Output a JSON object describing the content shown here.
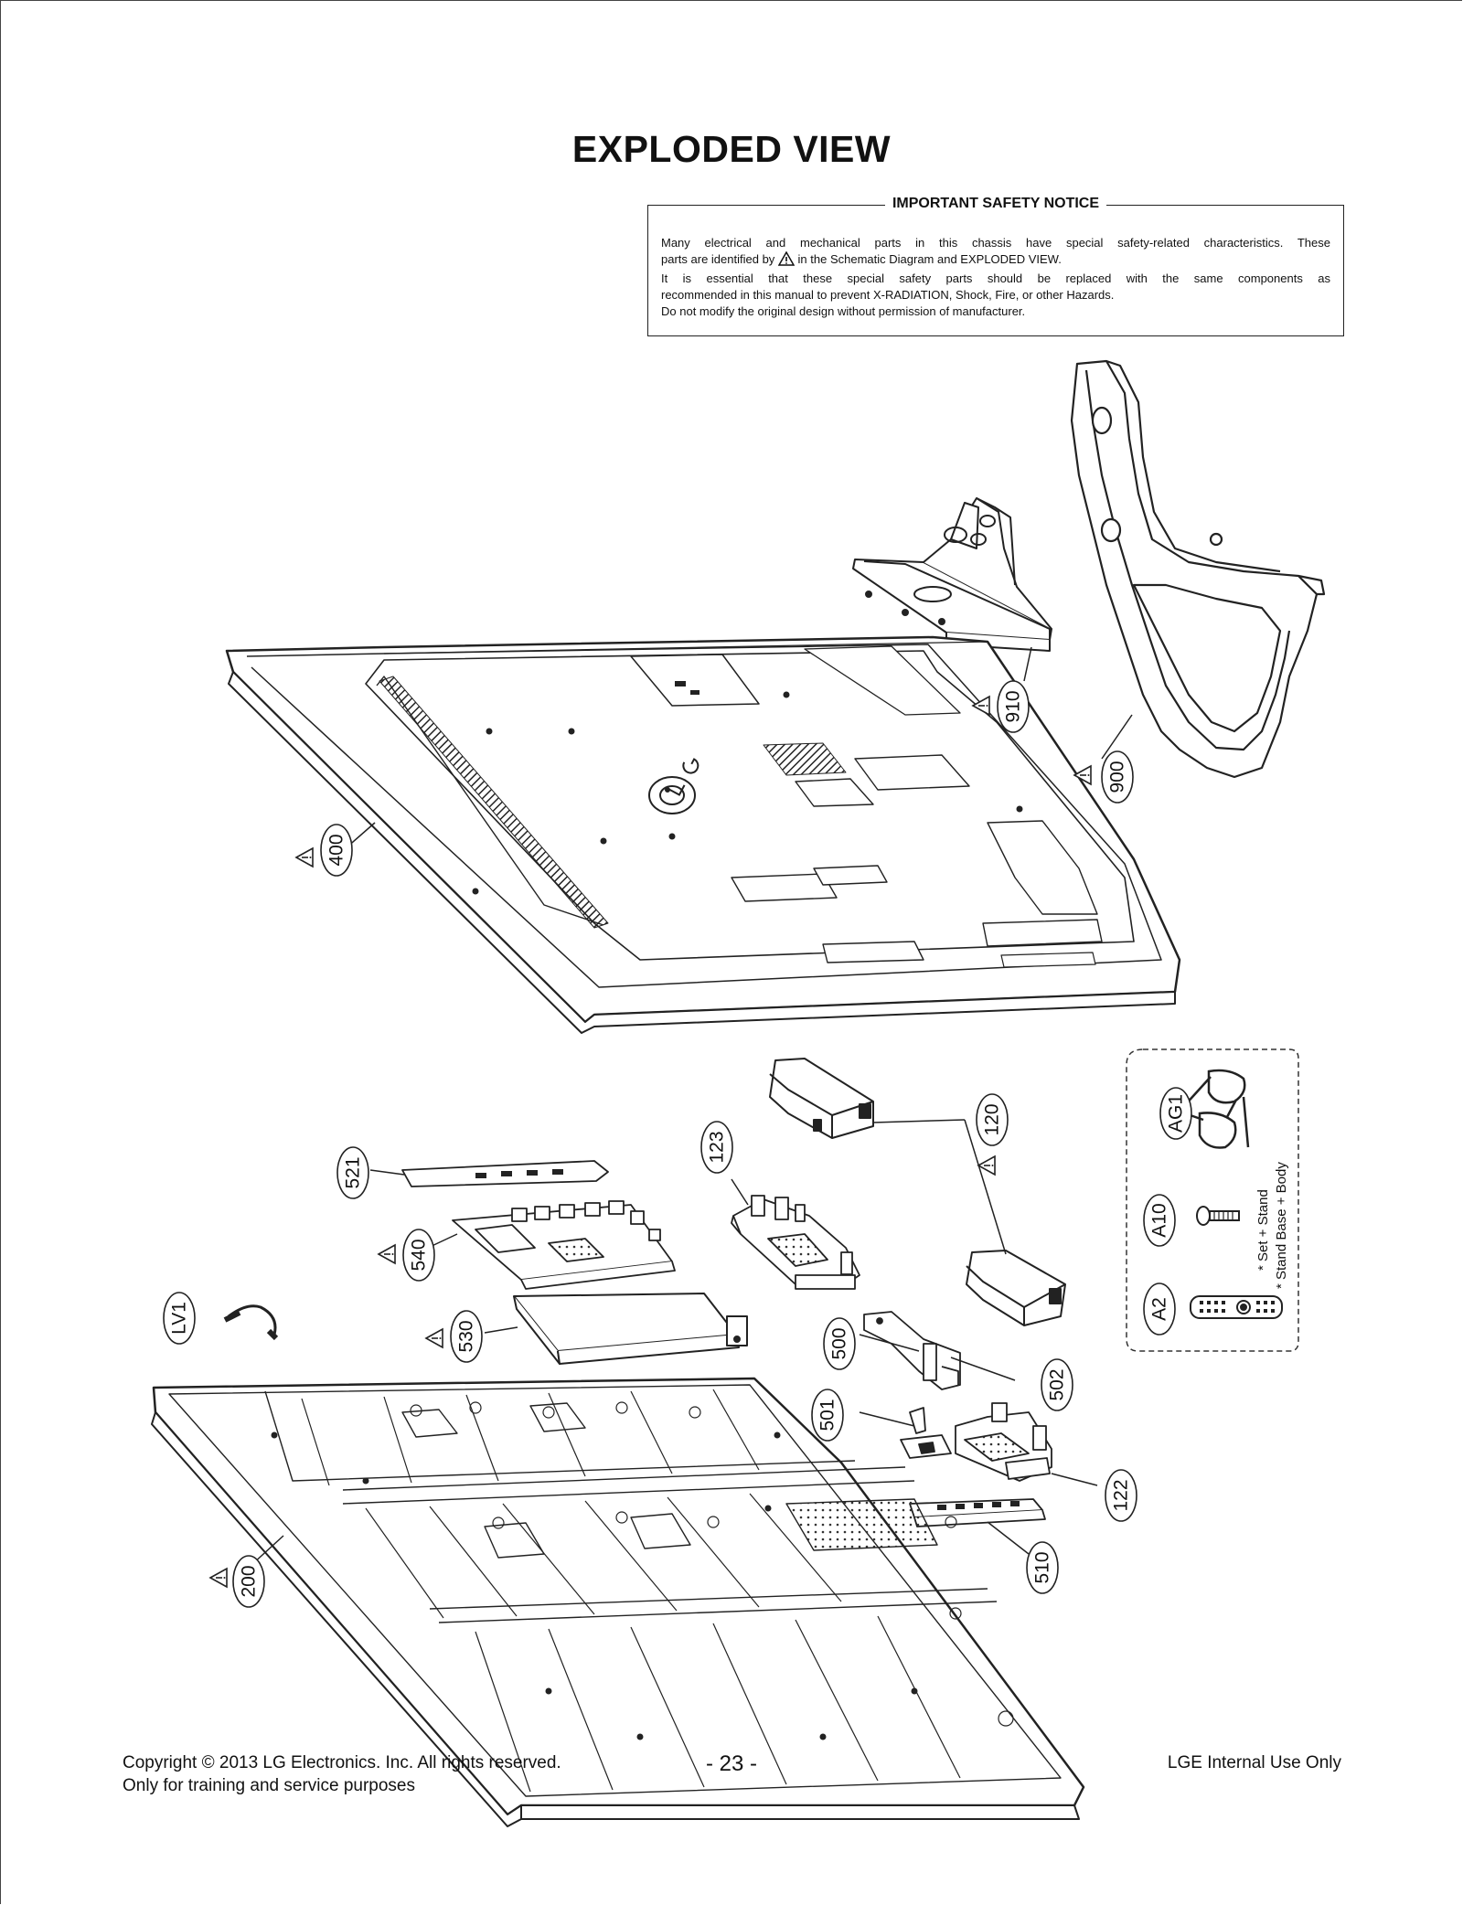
{
  "page": {
    "title": "EXPLODED VIEW"
  },
  "notice": {
    "heading": "IMPORTANT SAFETY NOTICE",
    "line1": "Many electrical and mechanical parts in this chassis have special safety-related characteristics. These",
    "line2_pre": "parts are identified by",
    "line2_post": "in the Schematic Diagram and EXPLODED VIEW.",
    "line3": "It is essential that these special safety parts should be replaced with the same components as",
    "line4": "recommended in this manual to prevent X-RADIATION, Shock, Fire, or other Hazards.",
    "line5": "Do not modify the original design without permission of manufacturer."
  },
  "callouts": {
    "c910": "910",
    "c900": "900",
    "c400": "400",
    "c120": "120",
    "c123": "123",
    "c521": "521",
    "c540": "540",
    "clv1": "LV1",
    "c530": "530",
    "c500": "500",
    "c502": "502",
    "c501": "501",
    "c122": "122",
    "c510": "510",
    "c200": "200",
    "cag1": "AG1",
    "ca10": "A10",
    "ca2": "A2"
  },
  "accessory_notes": {
    "note1": "* Set + Stand",
    "note2": "* Stand Base + Body"
  },
  "footer": {
    "copyright": "Copyright  © 2013 LG Electronics. Inc. All rights reserved.",
    "purpose": "Only for training and service purposes",
    "page_number": "- 23 -",
    "internal": "LGE Internal Use Only"
  },
  "icons": {
    "safety": "warning-triangle-icon",
    "logo": "lg-logo"
  }
}
